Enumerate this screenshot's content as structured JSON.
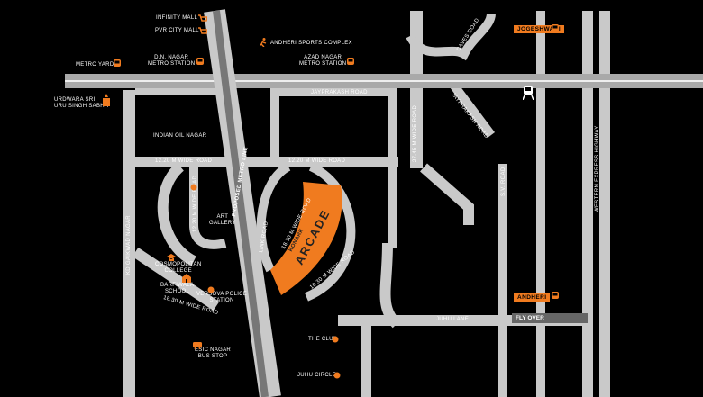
{
  "colors": {
    "road": "#c9c9c9",
    "rail": "#a9a9a9",
    "accent": "#f07b1f",
    "background": "#000000",
    "flyover": "#666666"
  },
  "project": {
    "name": "ARCADE",
    "brand": "KONARK"
  },
  "landmarks": {
    "infinity_mall": "INFINITY MALL",
    "pvr": "PVR CITY MALL",
    "sports": "ANDHERI SPORTS COMPLEX",
    "dn_nagar": "D.N. NAGAR\nMETRO STATION",
    "azad_nagar": "AZAD NAGAR\nMETRO STATION",
    "metro_yard": "METRO YARD",
    "gurudwara": "URDWARA SRI\nURU SINGH SABHA",
    "art_gallery": "ART\nGALLERY",
    "cosmopolitan": "COSMOPOLITAN\nCOLLEGE",
    "barfiwala": "BARFIWALA\nSCHOOL",
    "versova_police": "VERSOVA POLICE\nSTATION",
    "esic": "ESIC NAGAR\nBUS STOP",
    "the_club": "THE CLUB",
    "juhu_circle": "JUHU CIRCLE"
  },
  "roads": {
    "jayprakash": "JAYPRAKASH ROAD",
    "indian_oil": "INDIAN OIL NAGAR",
    "wide_1220_left": "12.20 M WIDE ROAD",
    "wide_1220_right": "12.20 M WIDE ROAD",
    "wide_1220_vert": "12.20 M WIDE ROAD",
    "wide_1830_diag": "18.30 M WIDE ROAD",
    "wide_1830_arc": "18.30 M WIDE ROAD",
    "wide_1830_bottom": "18.30 M WIDE ROAD",
    "gaikwad": "KD GAIKWAD NAGAR",
    "metro_line": "PROPOSED METRO LINE",
    "link_road": "LINK ROAD",
    "wide_2745": "27.45 M WIDE ROAD",
    "jayprakash_diag": "JAYPRAKASH ROAD",
    "sv_road": "S.V. ROAD",
    "caves_road": "CAVES ROAD",
    "weh": "WESTERN EXPRESS HIGHWAY",
    "juhu_lane": "JUHU LANE",
    "fly_over": "FLY OVER"
  },
  "stations": {
    "jogeshwari": "JOGESHWARI",
    "andheri": "ANDHERI"
  }
}
